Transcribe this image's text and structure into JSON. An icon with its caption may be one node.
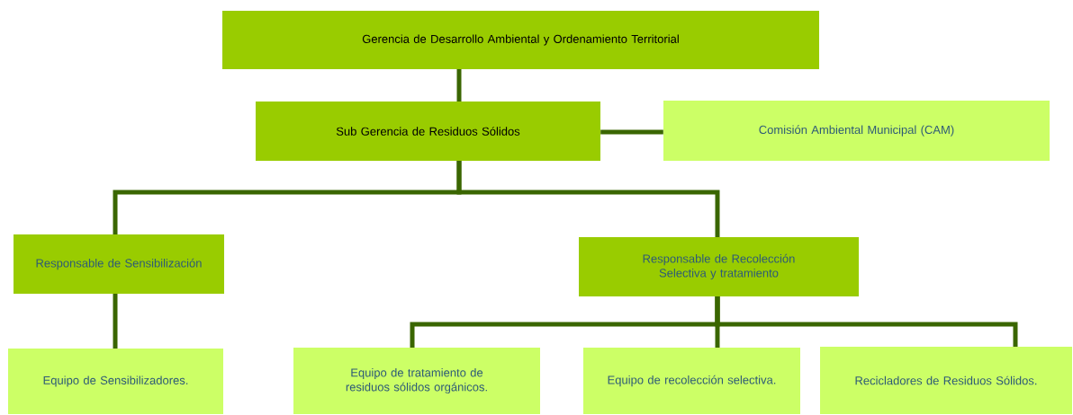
{
  "diagram": {
    "nodes": [
      {
        "text": [
          "Gerencia de Desarrollo Ambiental y Ordenamiento Territorial"
        ]
      },
      {
        "text": [
          "Sub Gerencia de Residuos Sólidos"
        ]
      },
      {
        "text": [
          "Comisión Ambiental Municipal (CAM)"
        ]
      },
      {
        "text": [
          "Responsable de Sensibilización"
        ]
      },
      {
        "text": [
          "Responsable de Recolección Selectiva y tratamiento"
        ]
      },
      {
        "text": [
          "Equipo de Sensibilizadores."
        ]
      },
      {
        "text": [
          "Equipo de tratamiento de residuos sólidos orgánicos."
        ]
      },
      {
        "text": [
          "Equipo de recolección selectiva."
        ]
      },
      {
        "text": [
          "Recicladores de Residuos Sólidos."
        ]
      }
    ],
    "edges": [
      {
        "from": 0,
        "to": 1,
        "arrow": "none"
      },
      {
        "from": 1,
        "to": 2,
        "arrow": "none"
      },
      {
        "from": 1,
        "to": 3,
        "arrow": "none"
      },
      {
        "from": 1,
        "to": 4,
        "arrow": "none"
      },
      {
        "from": 3,
        "to": 5,
        "arrow": "none"
      },
      {
        "from": 4,
        "to": 6,
        "arrow": "none"
      },
      {
        "from": 4,
        "to": 7,
        "arrow": "none"
      },
      {
        "from": 4,
        "to": 8,
        "arrow": "none"
      }
    ]
  }
}
